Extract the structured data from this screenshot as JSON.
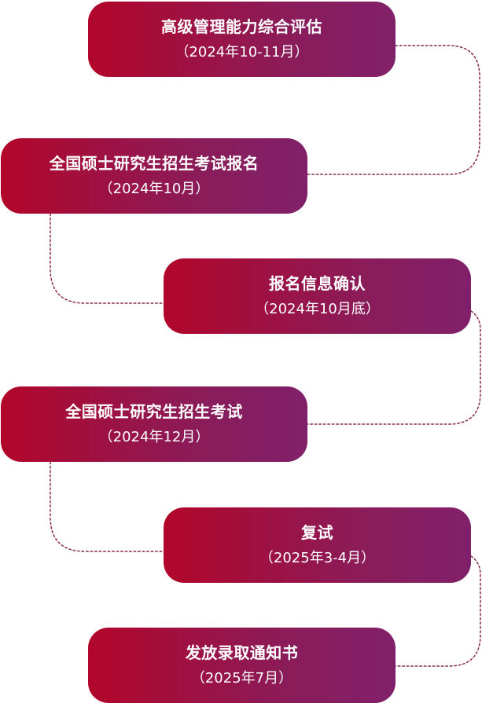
{
  "steps": [
    {
      "title": "高级管理能力综合评估",
      "date": "（2024年10-11月）"
    },
    {
      "title": "全国硕士研究生招生考试报名",
      "date": "（2024年10月）"
    },
    {
      "title": "报名信息确认",
      "date": "（2024年10月底）"
    },
    {
      "title": "全国硕士研究生招生考试",
      "date": "（2024年12月）"
    },
    {
      "title": "复试",
      "date": "（2025年3-4月）"
    },
    {
      "title": "发放录取通知书",
      "date": "（2025年7月）"
    }
  ],
  "colors": {
    "gradient_start": "#b2062a",
    "gradient_end": "#81206a",
    "connector": "#8c2a4d",
    "text": "#ffffff"
  }
}
